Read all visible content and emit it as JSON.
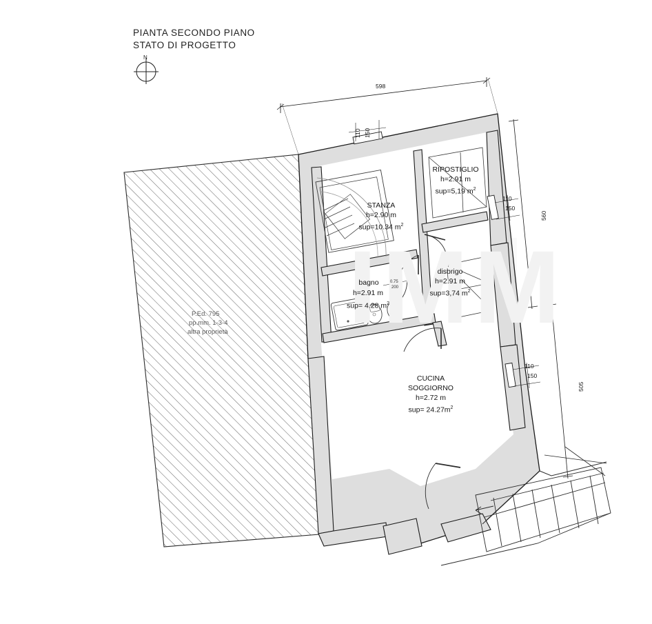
{
  "title": {
    "line1": "PIANTA SECONDO PIANO",
    "line2": "STATO DI PROGETTO"
  },
  "compass": {
    "north_label": "N"
  },
  "watermark": {
    "text": "IMM"
  },
  "property_note": {
    "line1": "P.Ed. 795",
    "line2": "pp.mm. 1-3-4",
    "line3": "altra proprietà"
  },
  "rooms": [
    {
      "key": "stanza",
      "name": "STANZA",
      "height": "h=2.90 m",
      "area_prefix": "sup=10.34 m",
      "area_unit": "2"
    },
    {
      "key": "ripostiglio",
      "name": "RIPOSTIGLIO",
      "height": "h=2.91 m",
      "area_prefix": "sup=5,19 m",
      "area_unit": "2"
    },
    {
      "key": "disbrigo",
      "name": "disbrigo",
      "height": "h=2.91 m",
      "area_prefix": "sup=3,74 m",
      "area_unit": "2"
    },
    {
      "key": "bagno",
      "name": "bagno",
      "height": "h=2.91 m",
      "area_prefix": "sup= 4.28 m",
      "area_unit": "2"
    },
    {
      "key": "cucina_soggiorno",
      "name": "CUCINA",
      "name2": "SOGGIORNO",
      "height": "h=2.72 m",
      "area_prefix": "sup= 24.27m",
      "area_unit": "2"
    }
  ],
  "dimensions": {
    "top_overall": "598",
    "right_upper": "560",
    "right_lower": "505",
    "window_top": {
      "w": "110",
      "h": "150"
    },
    "window_right_upper": {
      "w": "110",
      "h": "150"
    },
    "window_right_lower": {
      "w": "110",
      "h": "150"
    },
    "door_internal": {
      "w": "0.75",
      "h": "200"
    }
  },
  "colors": {
    "wall_fill": "#dedede",
    "wall_stroke": "#1a1a1a",
    "hatch": "#6e6e6e",
    "text": "#141414",
    "background": "#ffffff"
  }
}
